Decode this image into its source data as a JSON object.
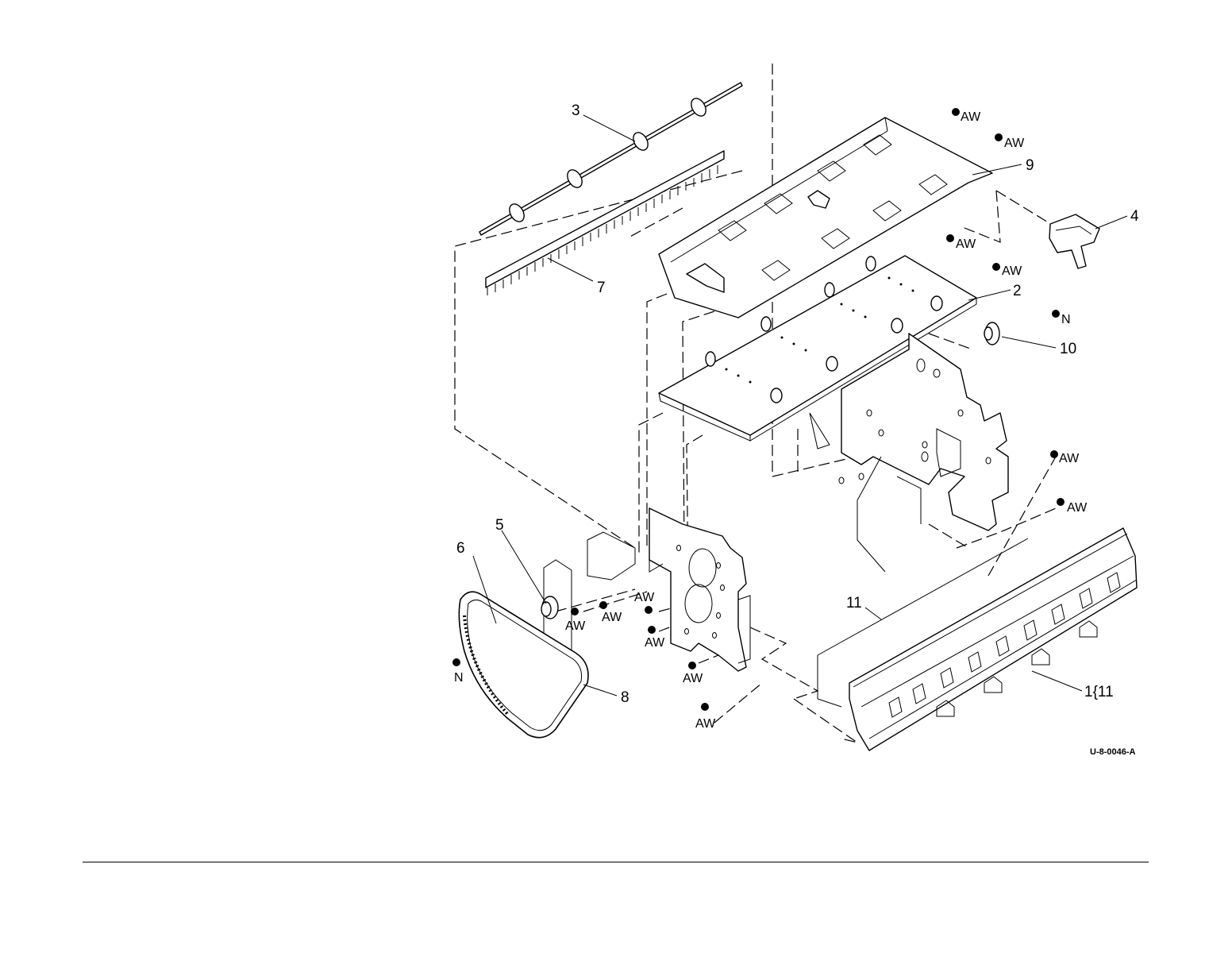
{
  "diagram": {
    "figure_code": "U-8-0046-A",
    "callouts": [
      "3",
      "7",
      "9",
      "4",
      "2",
      "10",
      "5",
      "6",
      "8",
      "11",
      "1{11"
    ],
    "fastener_labels": {
      "aw": "AW",
      "n": "N"
    }
  }
}
